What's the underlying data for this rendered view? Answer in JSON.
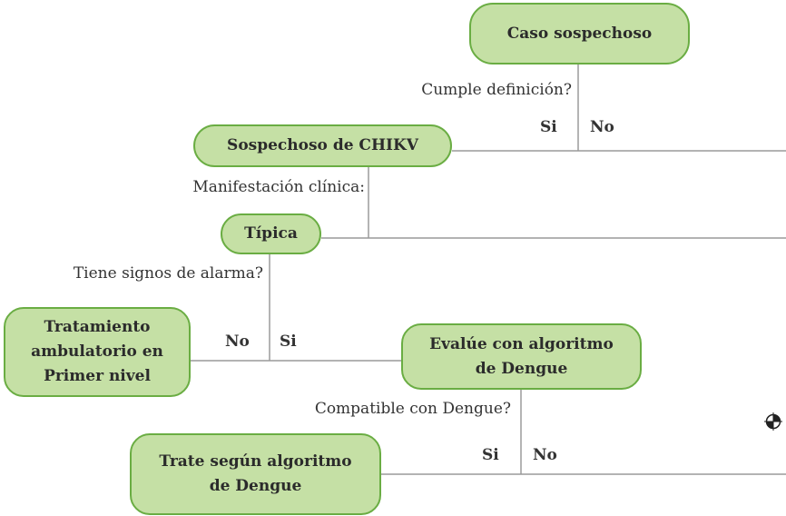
{
  "nodes": {
    "caso": "Caso sospechoso",
    "sospechoso_chikv": "Sospechoso de CHIKV",
    "tipica": "Típica",
    "tratamiento": [
      "Tratamiento",
      "ambulatorio en",
      "Primer nivel"
    ],
    "evalue": [
      "Evalúe con algoritmo",
      "de Dengue"
    ],
    "trate": [
      "Trate según algoritmo",
      "de Dengue"
    ]
  },
  "questions": {
    "cumple": "Cumple definición?",
    "manifestacion": "Manifestación clínica:",
    "signos": "Tiene signos de alarma?",
    "compatible": "Compatible con Dengue?"
  },
  "answers": {
    "cumple_si": "Si",
    "cumple_no": "No",
    "signos_no": "No",
    "signos_si": "Si",
    "compatible_si": "Si",
    "compatible_no": "No"
  },
  "colors": {
    "node_fill": "#c5e0a5",
    "node_border": "#6aad43",
    "line": "#9a9a9a"
  },
  "icons": {
    "registration_mark": "crosshair-registration-icon"
  }
}
